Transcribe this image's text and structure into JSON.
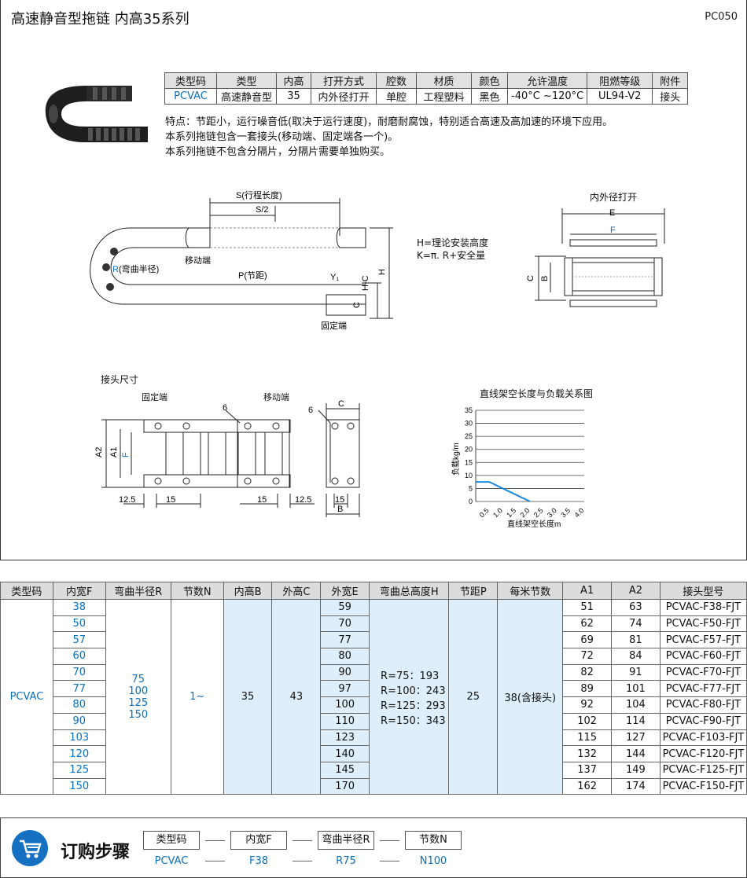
{
  "header": {
    "title": "高速静音型拖链  内高35系列",
    "code": "PC050"
  },
  "spec": {
    "headers": [
      "类型码",
      "类型",
      "内高",
      "打开方式",
      "腔数",
      "材质",
      "颜色",
      "允许温度",
      "阻燃等级",
      "附件"
    ],
    "values": [
      "PCVAC",
      "高速静音型",
      "35",
      "内外径打开",
      "单腔",
      "工程塑料",
      "黑色",
      "-40°C ~120°C",
      "UL94-V2",
      "接头"
    ]
  },
  "features": [
    "特点：节距小，运行噪音低(取决于运行速度)，耐磨耐腐蚀，特别适合高速及高加速的环境下应用。",
    "本系列拖链包含一套接头(移动端、固定端各一个)。",
    "本系列拖链不包含分隔片，分隔片需要单独购买。"
  ],
  "diagram": {
    "s_label": "S(行程长度)",
    "s2_label": "S/2",
    "move_end": "移动端",
    "fixed_end": "固定端",
    "r_label": "R",
    "r_note": "(弯曲半径)",
    "p_label": "P(节距)",
    "y1": "Y₁",
    "hc": "H-C",
    "h": "H",
    "c": "C",
    "formula1": "H=理论安装高度",
    "formula2": "K=π. R+安全量",
    "open_title": "内外径打开",
    "e": "E",
    "f": "F",
    "b": "B",
    "joint_title": "接头尺寸",
    "fixed_end2": "固定端",
    "move_end2": "移动端",
    "six": "6",
    "a2": "A2",
    "a1": "A1",
    "f2": "F",
    "d125": "12.5",
    "d15": "15",
    "d15b": "15",
    "d125b": "12.5",
    "six2": "6",
    "c2": "C",
    "b2": "B",
    "d15c": "15"
  },
  "chart_data": {
    "type": "line",
    "title": "直线架空长度与负载关系图",
    "xlabel": "直线架空长度m",
    "ylabel": "负载kg/m",
    "x": [
      0,
      0.5,
      2.0
    ],
    "y": [
      7.5,
      7.5,
      0
    ],
    "xticks": [
      "0.5",
      "1.0",
      "1.5",
      "2.0",
      "2.5",
      "3.0",
      "3.5",
      "4.0"
    ],
    "yticks": [
      "0",
      "5",
      "10",
      "15",
      "20",
      "25",
      "30",
      "35"
    ],
    "xlim": [
      0,
      4.0
    ],
    "ylim": [
      0,
      35
    ],
    "grid": true,
    "color": "#1c86d8"
  },
  "main_table": {
    "headers": [
      "类型码",
      "内宽F",
      "弯曲半径R",
      "节数N",
      "内高B",
      "外高C",
      "外宽E",
      "弯曲总高度H",
      "节距P",
      "每米节数",
      "A1",
      "A2",
      "接头型号"
    ],
    "type_code": "PCVAC",
    "radii": [
      "75",
      "100",
      "125",
      "150"
    ],
    "n": "1~",
    "b": "35",
    "c": "43",
    "h": [
      "R=75：193",
      "R=100：243",
      "R=125：293",
      "R=150：343"
    ],
    "p": "25",
    "per_m": "38(含接头)",
    "rows": [
      {
        "f": "38",
        "e": "59",
        "a1": "51",
        "a2": "63",
        "model": "PCVAC-F38-FJT"
      },
      {
        "f": "50",
        "e": "70",
        "a1": "62",
        "a2": "74",
        "model": "PCVAC-F50-FJT"
      },
      {
        "f": "57",
        "e": "77",
        "a1": "69",
        "a2": "81",
        "model": "PCVAC-F57-FJT"
      },
      {
        "f": "60",
        "e": "80",
        "a1": "72",
        "a2": "84",
        "model": "PCVAC-F60-FJT"
      },
      {
        "f": "70",
        "e": "90",
        "a1": "82",
        "a2": "91",
        "model": "PCVAC-F70-FJT"
      },
      {
        "f": "77",
        "e": "97",
        "a1": "89",
        "a2": "101",
        "model": "PCVAC-F77-FJT"
      },
      {
        "f": "80",
        "e": "100",
        "a1": "92",
        "a2": "104",
        "model": "PCVAC-F80-FJT"
      },
      {
        "f": "90",
        "e": "110",
        "a1": "102",
        "a2": "114",
        "model": "PCVAC-F90-FJT"
      },
      {
        "f": "103",
        "e": "123",
        "a1": "115",
        "a2": "127",
        "model": "PCVAC-F103-FJT"
      },
      {
        "f": "120",
        "e": "140",
        "a1": "132",
        "a2": "144",
        "model": "PCVAC-F120-FJT"
      },
      {
        "f": "125",
        "e": "145",
        "a1": "137",
        "a2": "149",
        "model": "PCVAC-F125-FJT"
      },
      {
        "f": "150",
        "e": "170",
        "a1": "162",
        "a2": "174",
        "model": "PCVAC-F150-FJT"
      }
    ]
  },
  "order": {
    "title": "订购步骤",
    "labels": [
      "类型码",
      "内宽F",
      "弯曲半径R",
      "节数N"
    ],
    "values": [
      "PCVAC",
      "F38",
      "R75",
      "N100"
    ]
  }
}
